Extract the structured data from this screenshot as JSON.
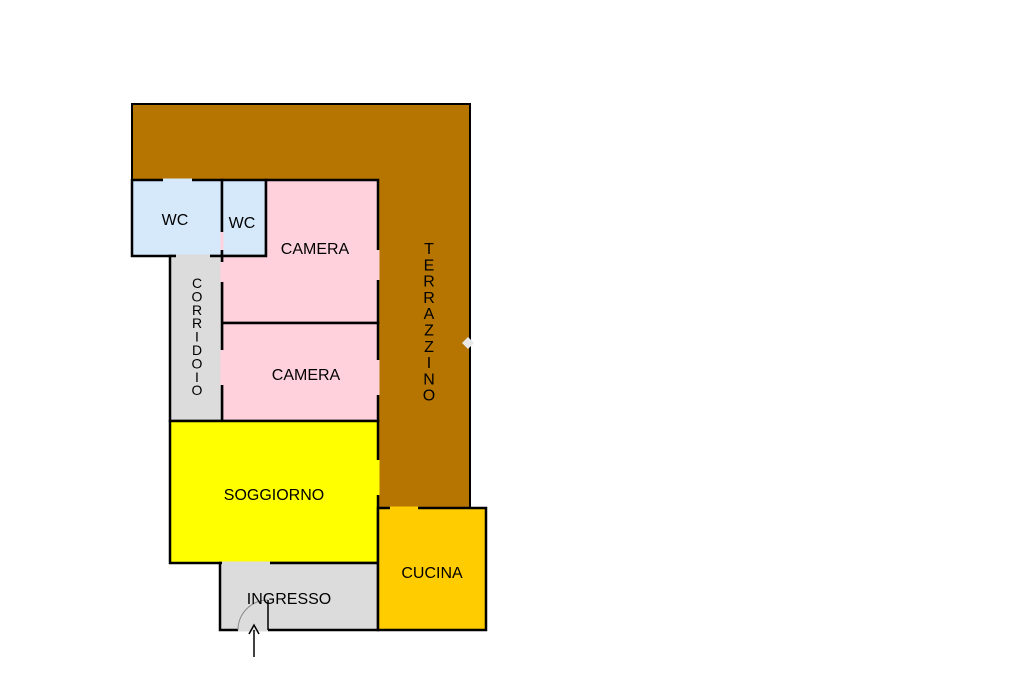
{
  "floorplan": {
    "rooms": {
      "terrazzino": {
        "label": "TERRAZZINO",
        "color": "#b67400"
      },
      "wc_1": {
        "label": "WC",
        "color": "#d6e9fb"
      },
      "wc_2": {
        "label": "WC",
        "color": "#d6e9fb"
      },
      "camera_1": {
        "label": "CAMERA",
        "color": "#ffd1dc"
      },
      "camera_2": {
        "label": "CAMERA",
        "color": "#ffd1dc"
      },
      "corridoio": {
        "label": "CORRIDOIO",
        "color": "#dcdcdc"
      },
      "soggiorno": {
        "label": "SOGGIORNO",
        "color": "#ffff00"
      },
      "cucina": {
        "label": "CUCINA",
        "color": "#ffcc00"
      },
      "ingresso": {
        "label": "INGRESSO",
        "color": "#dcdcdc"
      }
    },
    "wall_color": "#000000",
    "entrance_marker": "arrow-up-icon"
  }
}
